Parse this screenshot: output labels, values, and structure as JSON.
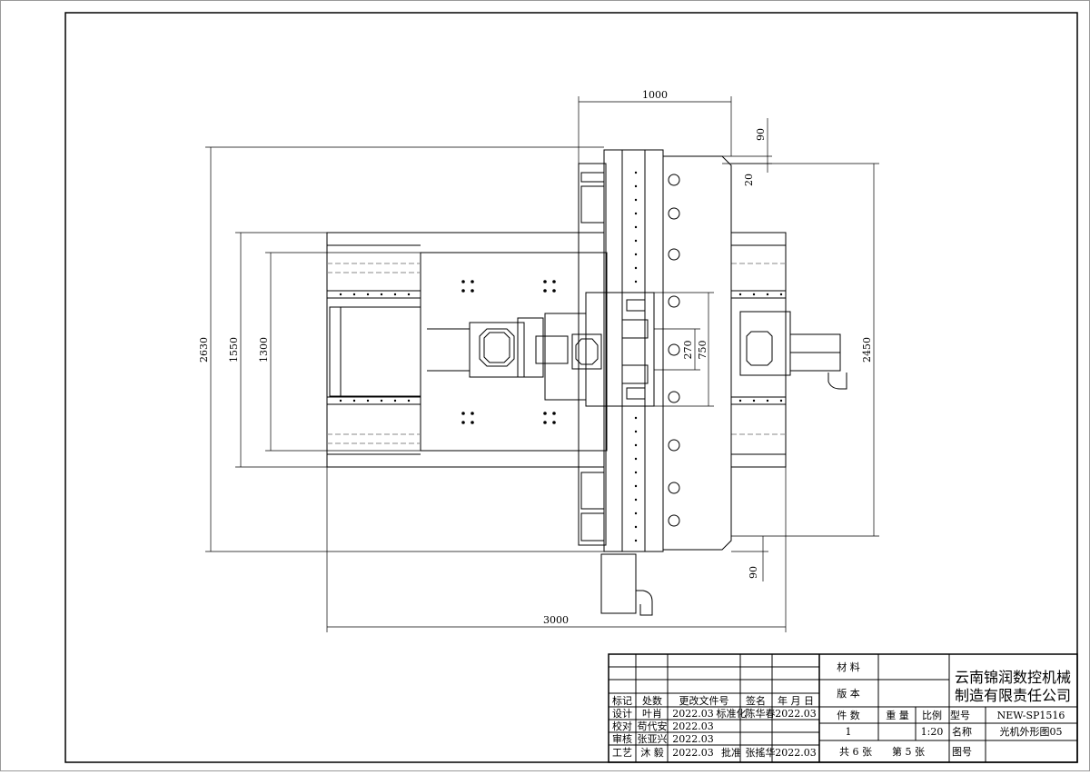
{
  "dimensions": {
    "top_width": "1000",
    "right_offset_top": "90",
    "right_offset_small": "20",
    "overall_height": "2630",
    "inner_height_1": "1550",
    "inner_height_2": "1300",
    "center_750": "750",
    "center_270": "270",
    "right_height": "2450",
    "bottom_offset": "90",
    "overall_width": "3000"
  },
  "title_block": {
    "material_label": "材 料",
    "version_label": "版 本",
    "company_line1": "云南锦润数控机械",
    "company_line2": "制造有限责任公司",
    "headers": [
      "标记",
      "处数",
      "更改文件号",
      "签名",
      "年 月 日"
    ],
    "count_label": "件 数",
    "weight_label": "重 量",
    "scale_label": "比例",
    "model_label": "型号",
    "model_value": "NEW-SP1516",
    "count_value": "1",
    "scale_value": "1:20",
    "name_label": "名称",
    "name_value": "光机外形图05",
    "sheet_total": "共 6 张",
    "sheet_no": "第 5 张",
    "drawing_no_label": "图号",
    "rows": [
      {
        "role": "设计",
        "person": "叶肖",
        "date": "2022.03",
        "role2": "标准化",
        "person2": "陈华春",
        "date2": "2022.03"
      },
      {
        "role": "校对",
        "person": "苟代安",
        "date": "2022.03"
      },
      {
        "role": "审核",
        "person": "张亚兴",
        "date": "2022.03"
      },
      {
        "role": "工艺",
        "person": "沐 毅",
        "date": "2022.03",
        "role2": "批准",
        "person2": "张搖华",
        "date2": "2022.03"
      }
    ]
  }
}
